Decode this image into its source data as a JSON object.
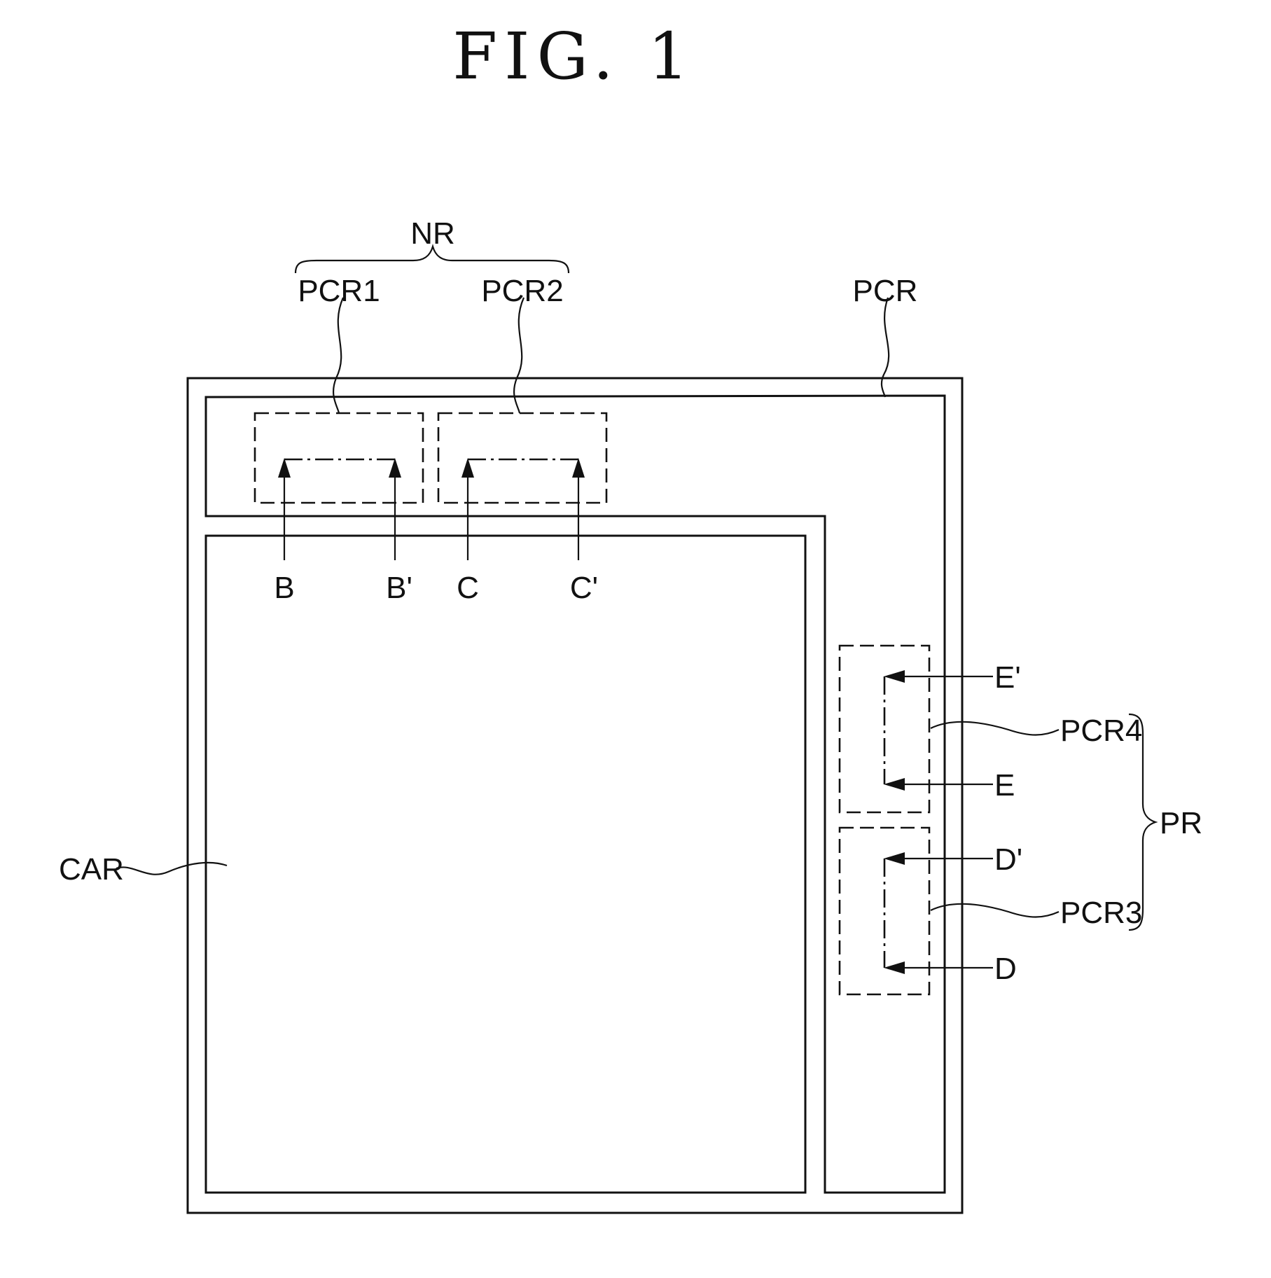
{
  "figure": {
    "title": "FIG. 1",
    "labels": {
      "nr": "NR",
      "pcr1": "PCR1",
      "pcr2": "PCR2",
      "pcr": "PCR",
      "car": "CAR",
      "pcr3": "PCR3",
      "pcr4": "PCR4",
      "pr": "PR"
    },
    "section_markers": {
      "b": "B",
      "b_prime": "B'",
      "c": "C",
      "c_prime": "C'",
      "d": "D",
      "d_prime": "D'",
      "e": "E",
      "e_prime": "E'"
    }
  }
}
